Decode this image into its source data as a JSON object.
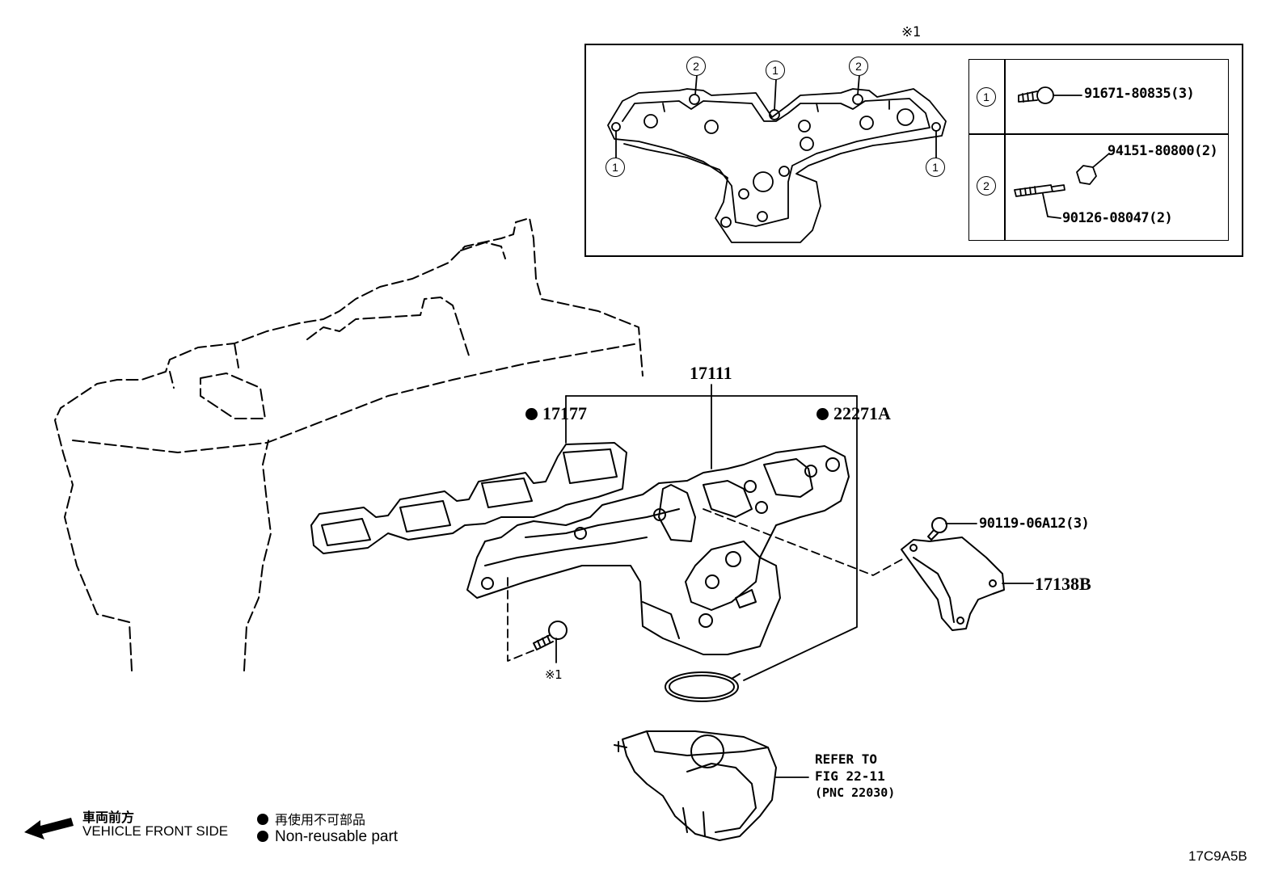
{
  "inset": {
    "mark": "※1",
    "row1_marker": "1",
    "row2_marker": "2",
    "row1_part": "91671-80835(3)",
    "row2_part_nut": "94151-80800(2)",
    "row2_part_stud": "90126-08047(2)",
    "callouts": [
      "2",
      "1",
      "2",
      "1",
      "1"
    ]
  },
  "parts": {
    "manifold": "17111",
    "gasket": "17177",
    "ring_gasket": "22271A",
    "bracket_bolt": "90119-06A12(3)",
    "bracket": "17138B",
    "bolt_mark": "※1"
  },
  "reference": {
    "line1": "REFER TO",
    "line2": "FIG 22-11",
    "line3": "(PNC 22030)"
  },
  "legend": {
    "front_jp": "車両前方",
    "front_en": "VEHICLE FRONT SIDE",
    "nonreuse_jp": "再使用不可部品",
    "nonreuse_en": "Non-reusable part"
  },
  "figure_code": "17C9A5B"
}
